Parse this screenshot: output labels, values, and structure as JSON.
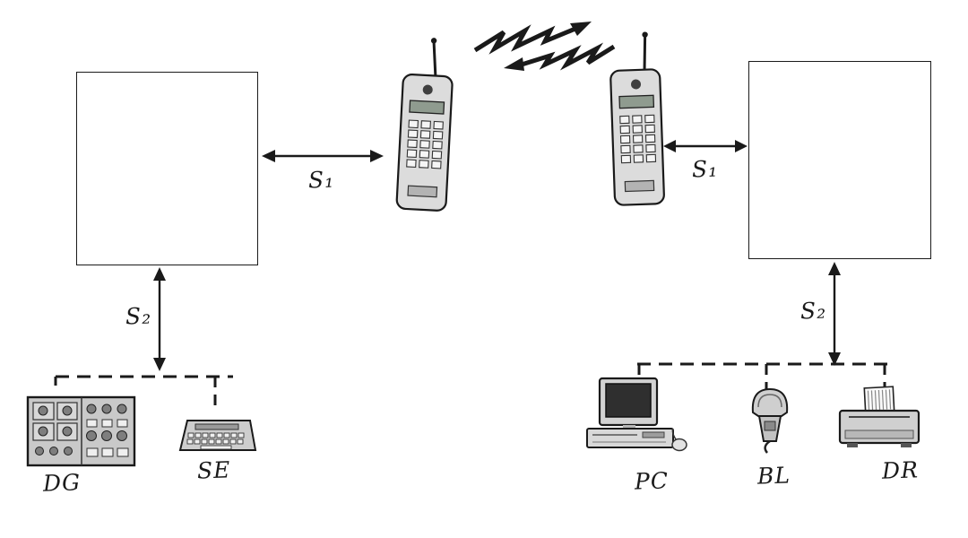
{
  "diagram": {
    "colors": {
      "ink": "#1a1a1a",
      "paper": "#ffffff"
    },
    "interfaces": {
      "s1_left": "S₁",
      "s1_right": "S₁",
      "s2_left": "S₂",
      "s2_right": "S₂"
    },
    "devices": {
      "dg": "DG",
      "se": "SE",
      "pc": "PC",
      "bl": "BL",
      "dr": "DR"
    },
    "icons": {
      "left-mobile-phone": "brick-cellphone-with-antenna",
      "right-mobile-phone": "brick-cellphone-with-antenna",
      "radio-link": "zigzag-lightning-double-arrows",
      "dg-device": "control-panel-with-knobs",
      "se-device": "keypad-terminal",
      "pc-device": "desktop-computer-with-mouse",
      "bl-device": "handheld-barcode-scanner",
      "dr-device": "printer-with-paper"
    }
  }
}
